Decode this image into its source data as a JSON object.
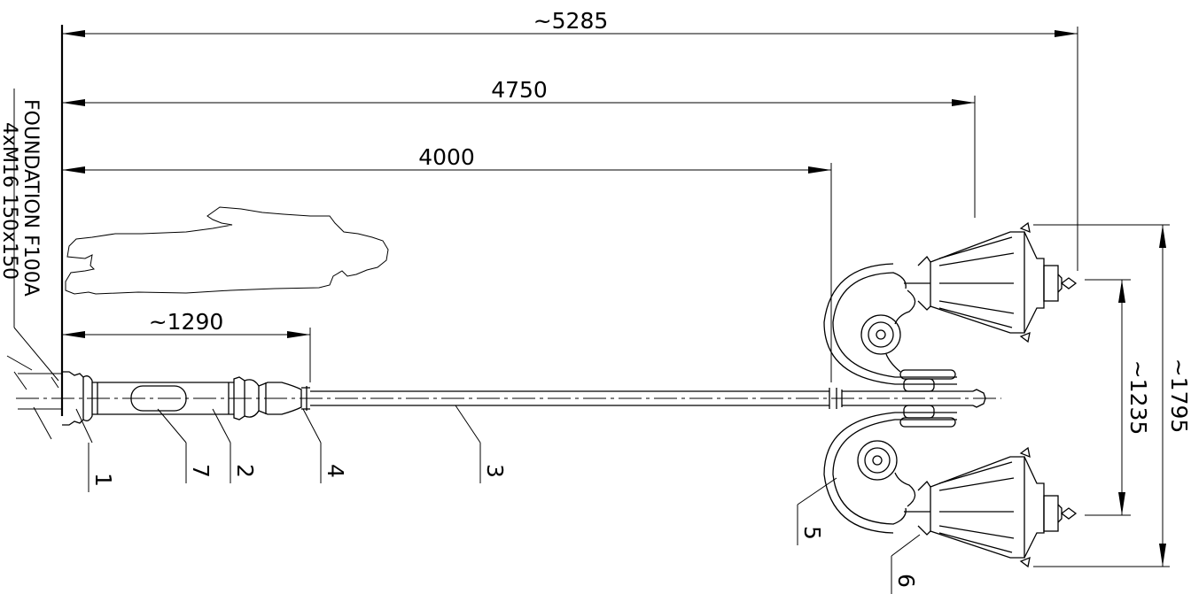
{
  "dimensions": {
    "overall_length": "~5285",
    "to_second_lantern": "4750",
    "to_pole_end": "4000",
    "base_length": "~1290",
    "lantern_height_inner": "~1235",
    "lantern_height_outer": "~1795"
  },
  "foundation": {
    "line1": "FOUNDATION F100A",
    "line2": "4xM16 150x150"
  },
  "callouts": {
    "c1": "1",
    "c2": "2",
    "c3": "3",
    "c4": "4",
    "c5": "5",
    "c6": "6",
    "c7": "7"
  }
}
